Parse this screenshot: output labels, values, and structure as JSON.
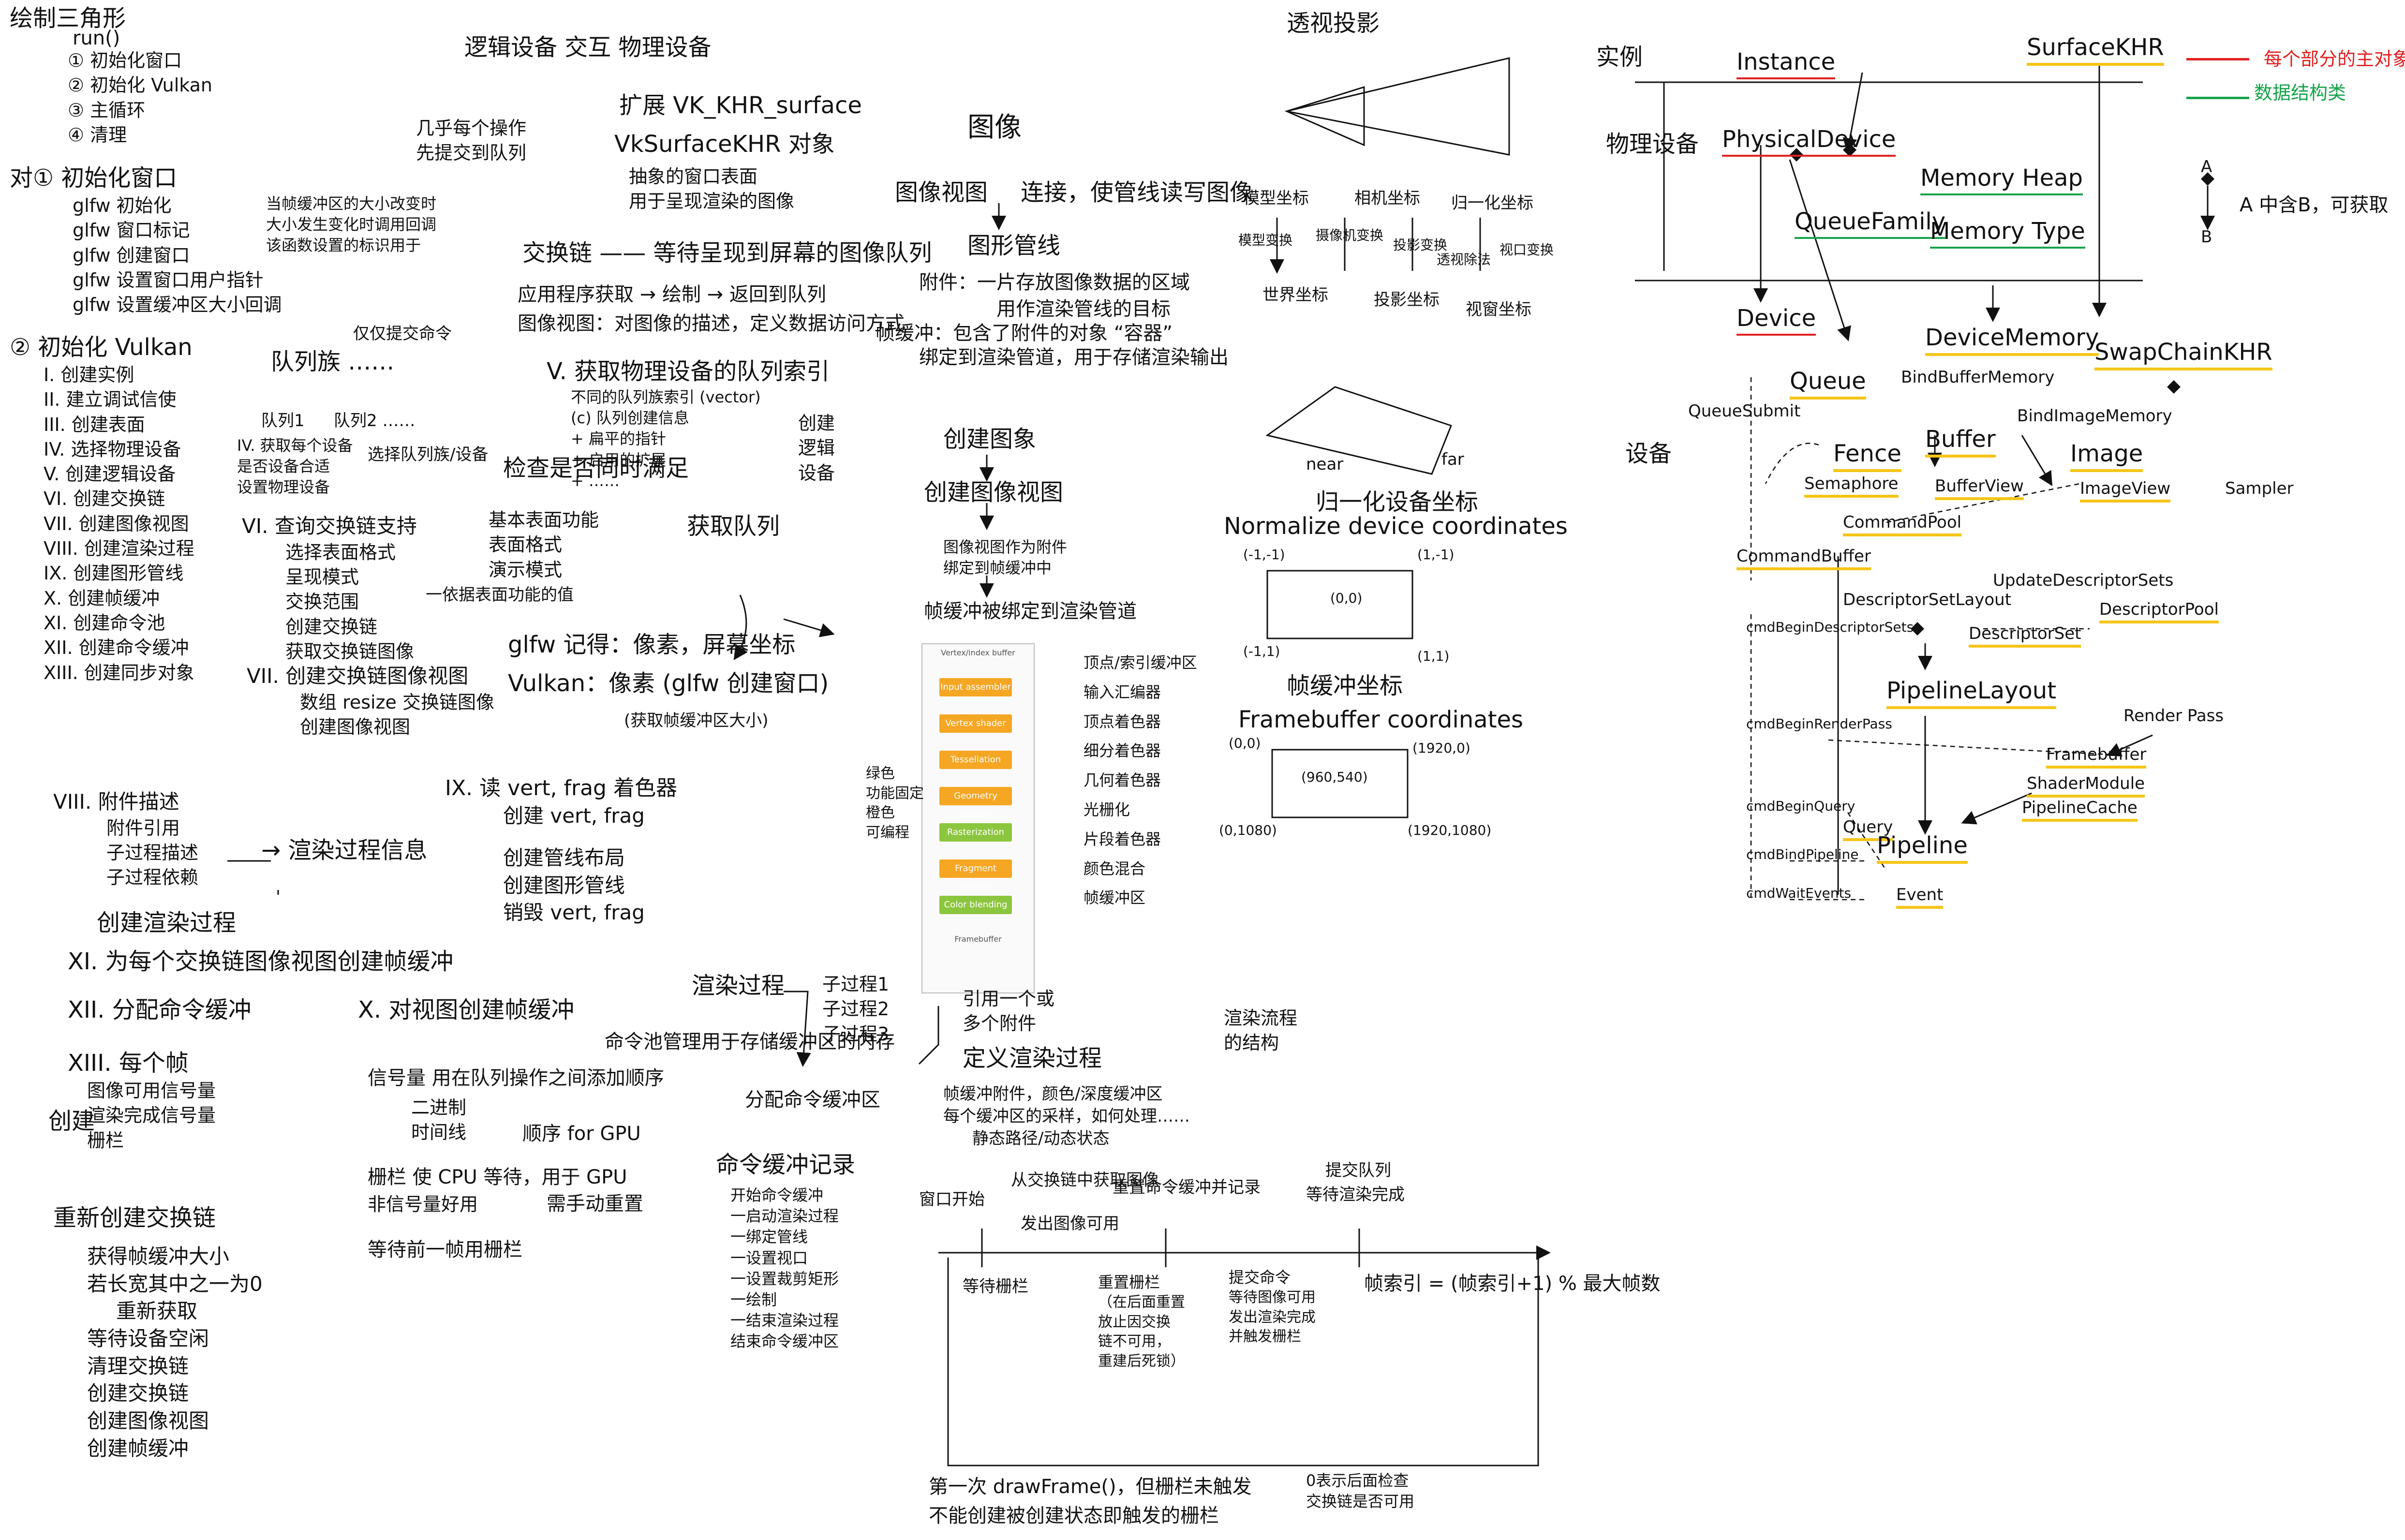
{
  "colors": {
    "ink": "#111111",
    "red_mark": "#e02020",
    "green_mark": "#16a34a",
    "yellow_mark": "#f5c518",
    "stage_orange": "#f5a623",
    "stage_green": "#8cc63f"
  },
  "col1": {
    "title": "绘制三角形",
    "run": "run()",
    "steps": [
      "① 初始化窗口",
      "② 初始化 Vulkan",
      "③ 主循环",
      "④ 清理"
    ],
    "init_window_head": "对① 初始化窗口",
    "init_window_steps": [
      "glfw 初始化",
      "glfw 窗口标记",
      "glfw 创建窗口",
      "glfw 设置窗口用户指针",
      "glfw 设置缓冲区大小回调"
    ],
    "callback_note": [
      "当帧缓冲区的大小改变时",
      "大小发生变化时调用回调",
      "该函数设置的标识用于"
    ],
    "init_vulkan_head": "② 初始化 Vulkan",
    "init_vulkan_steps": [
      "I. 创建实例",
      "II. 建立调试信使",
      "III. 创建表面",
      "IV. 选择物理设备",
      "V. 创建逻辑设备",
      "VI. 创建交换链",
      "VII. 创建图像视图",
      "VIII. 创建渲染过程",
      "IX. 创建图形管线",
      "X. 创建帧缓冲",
      "XI. 创建命令池",
      "XII. 创建命令缓冲",
      "XIII. 创建同步对象"
    ]
  },
  "col2": {
    "logical_physical": "逻辑设备 交互 物理设备",
    "ext": "扩展 VK_KHR_surface",
    "surface_obj": "VkSurfaceKHR 对象",
    "surface_desc": [
      "抽象的窗口表面",
      "用于呈现渲染的图像"
    ],
    "queue_submit_note": [
      "几乎每个操作",
      "先提交到队列"
    ],
    "swapchain": "交换链 —— 等待呈现到屏幕的图像队列",
    "swapchain_flow": "应用程序获取 → 绘制 → 返回到队列",
    "image_view_desc": "图像视图：对图像的描述，定义数据访问方式",
    "queue_families": "队列族 ……",
    "queue_family_items": [
      "队列1",
      "队列2 ……"
    ],
    "submit_cmd": "仅仅提交命令",
    "iv_block": [
      "IV. 获取每个设备",
      "是否设备合适",
      "设置物理设备"
    ],
    "v_title": "V. 获取物理设备的队列索引",
    "v_sub": [
      "不同的队列族索引 (vector)",
      "(c) 队列创建信息",
      "+ 扁平的指针",
      "+ 启用的扩展",
      "+ ……"
    ],
    "create_logical": [
      "创建",
      "逻辑",
      "设备"
    ],
    "vi_block": [
      "VI. 查询交换链支持",
      "选择表面格式",
      "呈现模式",
      "交换范围",
      "创建交换链",
      "获取交换链图像"
    ],
    "capabilities": [
      "基本表面功能",
      "表面格式",
      "演示模式"
    ],
    "vi_check": "检查是否同时满足",
    "extent_note": "一依据表面功能的值",
    "queue_family_sel": "选择队列族/设备",
    "get_queue": "获取队列",
    "glfw_coords": "glfw 记得：像素，屏幕坐标",
    "vulkan_coords": "Vulkan：像素 (glfw 创建窗口)",
    "fb_note": "(获取帧缓冲区大小)",
    "vii_block": [
      "VII. 创建交换链图像视图",
      "数组 resize 交换链图像",
      "创建图像视图"
    ],
    "viii_block": [
      "VIII. 附件描述",
      "附件引用",
      "子过程描述",
      "子过程依赖"
    ],
    "render_pass_result": "→ 渲染过程信息",
    "create_render_pass": "创建渲染过程",
    "ix_block": [
      "IX. 读 vert, frag 着色器",
      "创建 vert, frag",
      "创建管线布局",
      "创建图形管线",
      "销毁 vert, frag"
    ],
    "xi_title": "XI. 为每个交换链图像视图创建帧缓冲",
    "xii_title": "XII. 分配命令缓冲",
    "xiii_title": "XIII. 每个帧",
    "xiii_items": [
      "图像可用信号量",
      "渲染完成信号量",
      "栅栏"
    ],
    "create_sync": "创建",
    "x_title": "X. 对视图创建帧缓冲",
    "semaphore": "信号量  用在队列操作之间添加顺序",
    "semaphore_sub": [
      "二进制",
      "时间线"
    ],
    "gpu_order": "顺序 for GPU",
    "fence": "栅栏   使 CPU 等待，用于 GPU",
    "fence_sub": [
      "非信号量好用",
      "需手动重置"
    ],
    "wait_fence": "等待前一帧用栅栏",
    "recreate_title": "重新创建交换链",
    "recreate_steps": [
      "获得帧缓冲大小",
      "若长宽其中之一为0",
      "重新获取",
      "等待设备空闲",
      "清理交换链",
      "创建交换链",
      "创建图像视图",
      "创建帧缓冲"
    ]
  },
  "col3": {
    "image_title": "图像",
    "image_view": "图像视图",
    "image_view_desc": "连接，使管线读写图像",
    "graphics_pipeline": "图形管线",
    "attachment": "附件：一片存放图像数据的区域",
    "attachment_desc": "用作渲染管线的目标",
    "framebuffer_desc": "帧缓冲：包含了附件的对象 “容器”",
    "bind_desc": "绑定到渲染管道，用于存储渲染输出",
    "create_image": "创建图象",
    "create_image_view": "创建图像视图",
    "bind_note": [
      "图像视图作为附件",
      "绑定到帧缓冲中"
    ],
    "fb_bind": "帧缓冲被绑定到渲染管道",
    "pipeline_stages": [
      "Vertex/index buffer",
      "Input assembler",
      "Vertex shader",
      "Tessellation",
      "Geometry shader",
      "Rasterization",
      "Fragment shader",
      "Color blending",
      "Framebuffer"
    ],
    "stage_labels_cn": [
      "顶点/索引缓冲区",
      "输入汇编器",
      "顶点着色器",
      "细分着色器",
      "几何着色器",
      "光栅化",
      "片段着色器",
      "颜色混合",
      "帧缓冲区"
    ],
    "legend_left": [
      "绿色",
      "功能固定",
      "橙色",
      "可编程"
    ],
    "render_pass": "渲染过程",
    "subpasses": [
      "子过程1",
      "子过程2",
      "子过程3"
    ],
    "attach_refs": [
      "引用一个或",
      "多个附件"
    ],
    "define": "定义渲染过程",
    "pool_desc": "命令池管理用于存储缓冲区的内存",
    "alloc": "分配命令缓冲区",
    "render_struct": [
      "渲染流程",
      "的结构"
    ],
    "render_detail": [
      "帧缓冲附件，颜色/深度缓冲区",
      "每个缓冲区的采样，如何处理……",
      "静态路径/动态状态"
    ],
    "record_title": "命令缓冲记录",
    "record_steps": [
      "开始命令缓冲",
      "一启动渲染过程",
      "一绑定管线",
      "一设置视口",
      "一设置裁剪矩形",
      "一绘制",
      "一结束渲染过程",
      "结束命令缓冲区"
    ],
    "timeline_top": [
      "窗口开始",
      "从交换链中获取图像",
      "发出图像可用",
      "重置命令缓冲并记录",
      "提交队列",
      "等待渲染完成"
    ],
    "timeline_bottom": [
      "等待栅栏",
      "重置栅栏",
      "（在后面重置",
      "放止因交换",
      "链不可用，",
      "重建后死锁）",
      "提交命令",
      "等待图像可用",
      "发出渲染完成",
      "并触发栅栏"
    ],
    "frame_index": "帧索引 = (帧索引+1) % 最大帧数",
    "first_draw": "第一次 drawFrame()，但栅栏未触发",
    "first_draw2": "不能创建被创建状态即触发的栅栏",
    "zero_note": [
      "0表示后面检查",
      "交换链是否可用"
    ]
  },
  "col4": {
    "perspective": "透视投影",
    "coords": [
      "模型坐标",
      "世界坐标",
      "相机坐标",
      "投影坐标",
      "归一化坐标",
      "视窗坐标"
    ],
    "transforms": [
      "模型变换",
      "摄像机变换",
      "投影变换",
      "透视除法",
      "视口变换"
    ],
    "ndc_title": "归一化设备坐标",
    "ndc_en": "Normalize device coordinates",
    "ndc_corners": [
      "(-1,-1)",
      "(1,-1)",
      "(-1,1)",
      "(1,1)",
      "(0,0)"
    ],
    "near": "near",
    "far": "far",
    "fb_title": "帧缓冲坐标",
    "fb_en": "Framebuffer coordinates",
    "fb_corners": [
      "(0,0)",
      "(1920,0)",
      "(0,1080)",
      "(1920,1080)",
      "(960,540)"
    ]
  },
  "col5": {
    "legend": {
      "red": "每个部分的主对象",
      "green": "数据结构类",
      "diamond": "A 中含B，可获取",
      "a": "A",
      "b": "B"
    },
    "row_labels": [
      "实例",
      "物理设备",
      "设备"
    ],
    "nodes": [
      "Instance",
      "SurfaceKHR",
      "PhysicalDevice",
      "Memory Heap",
      "QueueFamily",
      "Memory Type",
      "Device",
      "DeviceMemory",
      "Queue",
      "BindBufferMemory",
      "SwapChainKHR",
      "BindImageMemory",
      "QueueSubmit",
      "Fence",
      "Buffer",
      "Image",
      "Semaphore",
      "BufferView",
      "ImageView",
      "Sampler",
      "CommandPool",
      "CommandBuffer",
      "DescriptorSetLayout",
      "UpdateDescriptorSets",
      "DescriptorPool",
      "DescriptorSet",
      "cmdBeginDescriptorSets",
      "PipelineLayout",
      "cmdBeginRenderPass",
      "Render Pass",
      "Framebuffer",
      "ShaderModule",
      "PipelineCache",
      "cmdBeginQuery",
      "Query",
      "cmdBindPipeline",
      "Pipeline",
      "cmdWaitEvents",
      "Event"
    ]
  }
}
